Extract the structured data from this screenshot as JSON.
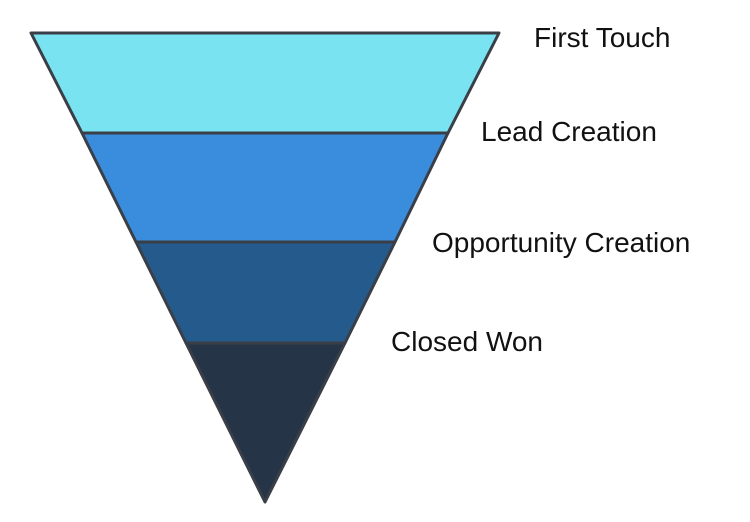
{
  "funnel": {
    "stages": [
      {
        "label": "First Touch",
        "color": "#7ae3f2"
      },
      {
        "label": "Lead Creation",
        "color": "#3a8ddd"
      },
      {
        "label": "Opportunity Creation",
        "color": "#255a8c"
      },
      {
        "label": "Closed Won",
        "color": "#253447"
      }
    ]
  }
}
